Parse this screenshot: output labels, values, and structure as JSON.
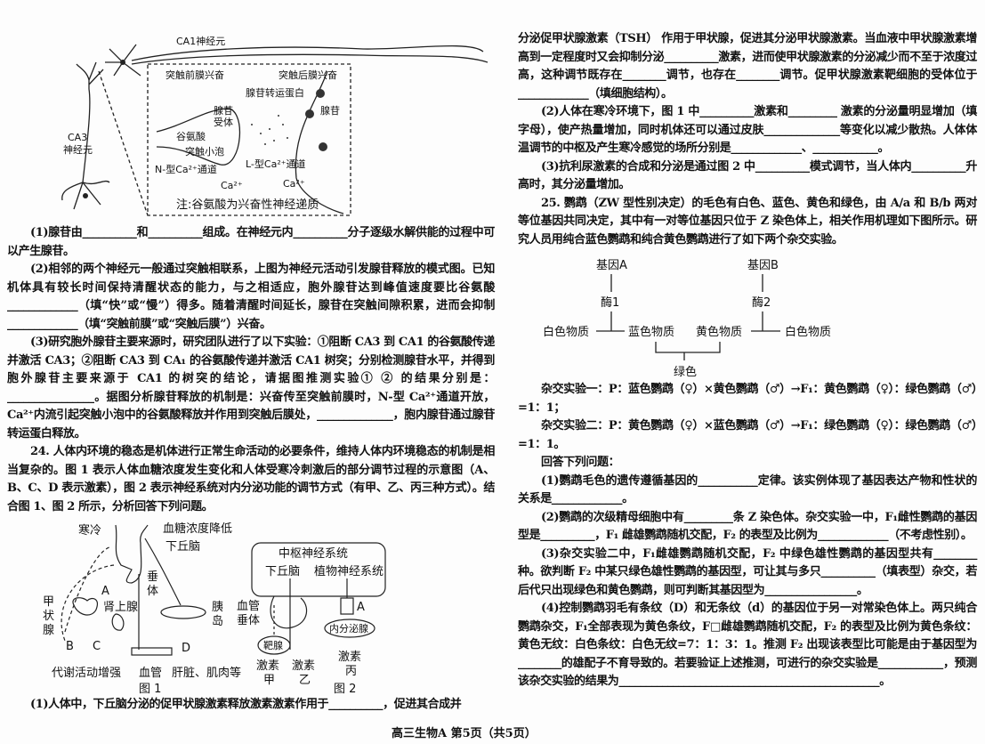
{
  "fig_neuron": {
    "ca1": "CA1神经元",
    "ca3_l1": "CA3",
    "ca3_l2": "神经元",
    "pre_excite": "突触前膜兴奋",
    "post_excite": "突触后膜兴奋",
    "transporter": "腺苷转运蛋白",
    "adenosine": "腺苷",
    "receptor_l1": "腺苷",
    "receptor_l2": "受体",
    "glutamate": "谷氨酸",
    "vesicle": "突触小泡",
    "n_channel": "N-型Ca²⁺通道",
    "l_channel": "L-型Ca²⁺通道",
    "ca_left": "Ca²⁺",
    "ca_right": "Ca²⁺",
    "note": "注:谷氨酸为兴奋性神经递质"
  },
  "left_text": {
    "q1": "(1)腺苷由__________和__________组成。在神经元内__________分子逐级水解供能的过程中可以产生腺苷。",
    "q2": "(2)相邻的两个神经元一般通过突触相联系，上图为神经元活动引发腺苷释放的模式图。已知机体具有较长时间保持清醒状态的能力，与之相适应，胞外腺苷达到峰值速度要比谷氨酸_____________（填“快”或“慢”）得多。随着清醒时间延长，腺苷在突触间隙积累，进而会抑制_____________（填“突触前膜”或“突触后膜”）兴奋。",
    "q3": "(3)研究胞外腺苷主要来源时，研究团队进行了以下实验：①阻断 CA3 到 CA1 的谷氨酸传递并激活 CA3；②阻断 CA3 到 CA₁ 的谷氨酸传递并激活 CA1 树突；分别检测腺苷水平，并得到胞外腺苷主要来源于 CA1 的树突的结论，请据图推测实验① ② 的结果分别是：________________。据图分析腺苷释放的机制是：兴奋传至突触前膜时，N-型 Ca²⁺通道开放，Ca²⁺内流引起突触小泡中的谷氨酸释放并作用到突触后膜处，______________，胞内腺苷通过腺苷转运蛋白释放。",
    "q24": "24. 人体内环境的稳态是机体进行正常生命活动的必要条件，维持人体内环境稳态的机制是相当复杂的。图 1 表示人体血糖浓度发生变化和人体受寒冷刺激后的部分调节过程的示意图（A、B、C、D 表示激素），图 2 表示神经系统对内分泌功能的调节方式（有甲、乙、丙三种方式）。结合图 1、图 2 所示，分析回答下列问题。",
    "q24_1": "(1)人体中，下丘脑分泌的促甲状腺激素释放激素激素作用于__________，促进其合成并"
  },
  "fig1": {
    "cold": "寒冷",
    "glucose_low": "血糖浓度降低",
    "hypothalamus": "下丘脑",
    "pituitary_l1": "垂",
    "pituitary_l2": "体",
    "thyroid_l1": "甲",
    "thyroid_l2": "状",
    "thyroid_l3": "腺",
    "adrenal": "肾上腺",
    "islet_l1": "胰",
    "islet_l2": "岛",
    "a": "A",
    "b": "B",
    "c": "C",
    "d": "D",
    "metabolism": "代谢活动增强",
    "vessel": "血管",
    "liver": "肝脏、肌肉等",
    "caption": "图 1"
  },
  "fig2": {
    "cns": "中枢神经系统",
    "hypothalamus": "下丘脑",
    "ans": "植物神经系统",
    "vessel_l1": "血管",
    "vessel_l2": "垂体",
    "target": "靶腺",
    "endocrine": "内分泌腺",
    "a": "A",
    "h1_l1": "激素",
    "h1_l2": "甲",
    "h2_l1": "激素",
    "h2_l2": "乙",
    "h3_l1": "激素",
    "h3_l2": "丙",
    "caption": "图 2"
  },
  "right_text": {
    "cont": "分泌促甲状腺激素（TSH） 作用于甲状腺，促进其分泌甲状腺激素。当血液中甲状腺激素增高到一定程度时又会抑制分泌__________激素，进而使甲状腺激素的分泌减少而不至于浓度过高，这种调节既存在________调节，也存在________调节。促甲状腺激素靶细胞的受体位于_____________（填细胞结构）。",
    "q24_2": "(2)人体在寒冷环境下，图 1 中__________激素和_________ 激素的分泌量明显增加（填字母），使产热量增加，同时机体还可以通过皮肤______________等变化以减少散热。人体体温调节的中枢及产生寒冷感觉的场所分别是_____________、____________。",
    "q24_3": "(3)抗利尿激素的合成和分泌是通过图 2 中__________模式调节，当人体内__________升高时，其分泌量增加。",
    "q25": "25. 鹦鹉（ZW 型性别决定）的毛色有白色、蓝色、黄色和绿色，由 A/a 和 B/b 两对等位基因共同决定，其中有一对等位基因只位于 Z 染色体上，相关作用机理如下图所示。研究人员用纯合蓝色鹦鹉和纯合黄色鹦鹉进行了如下两个杂交实验。",
    "exp1": "杂交实验一：P：蓝色鹦鹉（♀）×黄色鹦鹉（♂）→F₁：黄色鹦鹉（♀）：绿色鹦鹉（♂）=1：1；",
    "exp2": "杂交实验二：P：黄色鹦鹉（♀）×蓝色鹦鹉（♂）→F₁：绿色鹦鹉（♀）：绿色鹦鹉（♂）=1：1。",
    "answer": "回答下列问题：",
    "q25_1": "(1)鹦鹉毛色的遗传遵循基因的___________定律。该实例体现了基因表达产物和性状的关系是_____________。",
    "q25_2": "(2)鹦鹉的次级精母细胞中有_________条 Z 染色体。杂交实验一中，F₁雌性鹦鹉的基因型是__________，F₁ 雌雄鹦鹉随机交配，F₂ 的表型及比例为_____________（不考虑性别）。",
    "q25_3": "(3)杂交实验二中，F₁雌雄鹦鹉随机交配，F₂ 中绿色雄性鹦鹉的基因型共有________种。欲判断 F₂ 中某只绿色雄性鹦鹉的基因型，可让其与多只__________（填表型）杂交，若后代只出现绿色和黄色鹦鹉，则可判断其基因型为_________________。",
    "q25_4": "(4)控制鹦鹉羽毛有条纹（D）和无条纹（d）的基因位于另一对常染色体上。两只纯合鹦鹉杂交，F₁全部表现为黄色条纹，F□雌雄鹦鹉随机交配，F₂ 的表型及比例为黄色条纹：黄色无纹：白色条纹：白色无纹=7：1：3：1。推测 F₂ 出现该表型比可能是由于基因型为________的雄配子不育导致的。若要验证上述推测，可进行的杂交实验是____________，预测该杂交实验的结果为________________________________________________。"
  },
  "gene_fig": {
    "gene_a": "基因A",
    "gene_b": "基因B",
    "enzyme1": "酶1",
    "enzyme2": "酶2",
    "white_left": "白色物质",
    "blue": "蓝色物质",
    "yellow": "黄色物质",
    "white_right": "白色物质",
    "green": "绿色"
  },
  "footer": "高三生物A 第5页（共5页）"
}
